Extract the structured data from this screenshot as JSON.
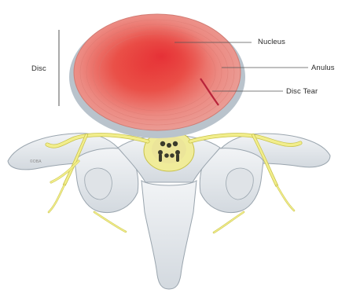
{
  "labels": {
    "disc": "Disc",
    "nucleus": "Nucleus",
    "anulus": "Anulus",
    "disc_tear": "Disc Tear"
  },
  "watermark": "©OBA",
  "colors": {
    "disc_outer": "#e88e86",
    "disc_inner": "#e83a38",
    "disc_rim": "#b9c3cc",
    "bone": "#e8ebee",
    "bone_shadow": "#aab4bd",
    "nerve": "#f2ee8c",
    "nerve_stroke": "#c8c24a",
    "cord": "#e8e27a"
  },
  "icons": [
    "disc-graphic",
    "nucleus-region",
    "tear-line",
    "vertebra-graphic",
    "spinal-cord",
    "nerve-roots"
  ]
}
